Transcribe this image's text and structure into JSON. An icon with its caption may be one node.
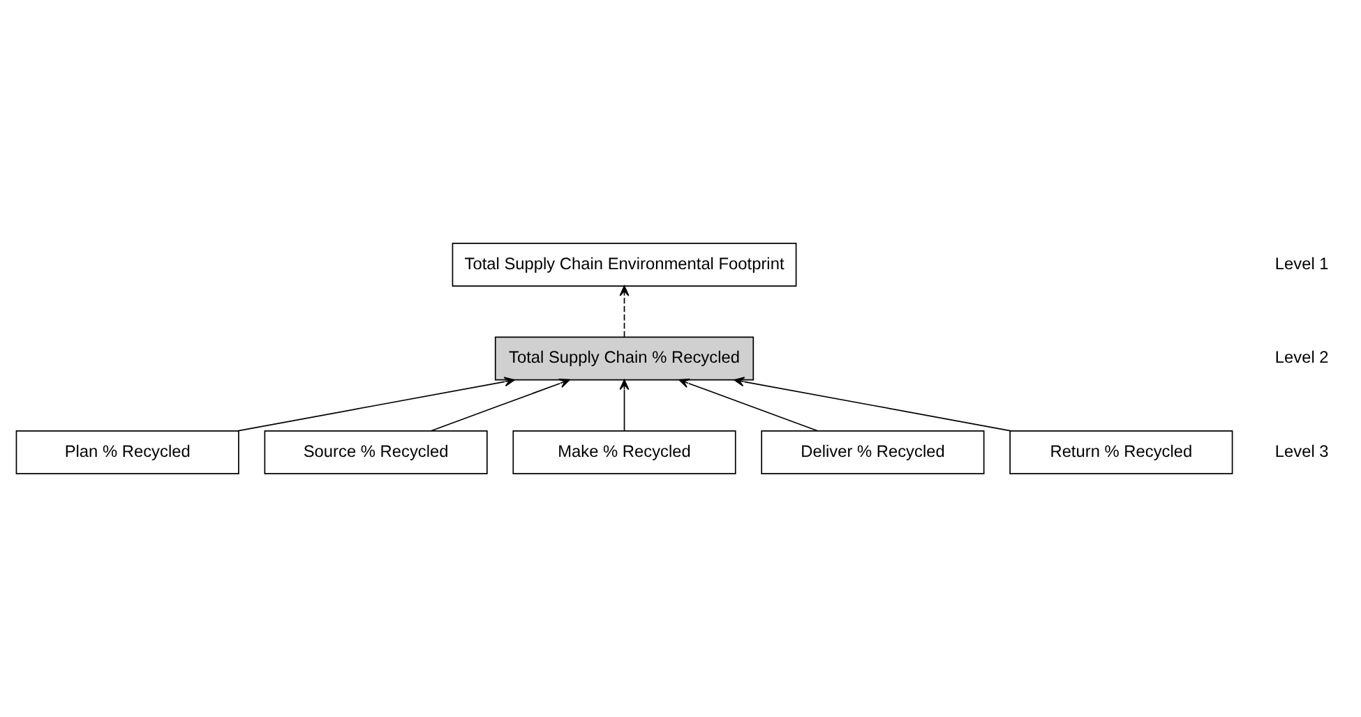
{
  "diagram": {
    "nodes": [
      {
        "text": [
          "Total Supply Chain Environmental Footprint"
        ]
      },
      {
        "text": [
          "Total Supply Chain % Recycled"
        ]
      },
      {
        "text": [
          "Plan % Recycled"
        ]
      },
      {
        "text": [
          "Source % Recycled"
        ]
      },
      {
        "text": [
          "Make % Recycled"
        ]
      },
      {
        "text": [
          "Deliver % Recycled"
        ]
      },
      {
        "text": [
          "Return % Recycled"
        ]
      }
    ],
    "edges": [
      {
        "from": 1,
        "to": 0,
        "arrow": "to",
        "style": "dashed"
      },
      {
        "from": 2,
        "to": 1,
        "arrow": "to"
      },
      {
        "from": 3,
        "to": 1,
        "arrow": "to"
      },
      {
        "from": 4,
        "to": 1,
        "arrow": "to"
      },
      {
        "from": 5,
        "to": 1,
        "arrow": "to"
      },
      {
        "from": 6,
        "to": 1,
        "arrow": "to"
      }
    ],
    "labels": [
      "Level 1",
      "Level 2",
      "Level 3"
    ]
  }
}
